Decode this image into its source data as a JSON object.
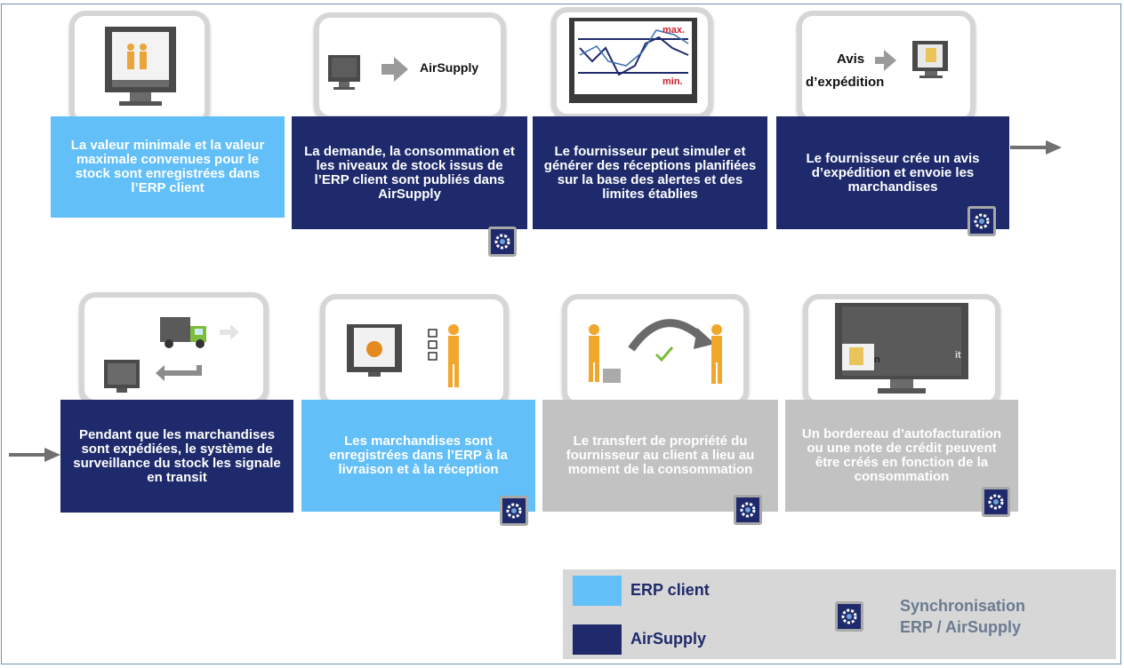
{
  "steps": [
    {
      "text": "La valeur minimale et  la valeur maximale convenues pour le stock sont enregistrées dans l’ERP client"
    },
    {
      "text": "La demande, la consommation et les niveaux de stock issus de l’ERP client sont publiés dans AirSupply",
      "icon_label": "AirSupply"
    },
    {
      "text": "Le fournisseur peut simuler et générer des réceptions planifiées sur la base des alertes et des limites établies",
      "max_label": "max.",
      "min_label": "min."
    },
    {
      "text": "Le fournisseur crée un avis d’expédition et envoie les marchandises",
      "icon_label_1": "Avis",
      "icon_label_2": "d’expédition"
    },
    {
      "text": "Pendant que les marchandises sont expédiées, le système de surveillance du stock les signale en transit"
    },
    {
      "text": "Les marchandises sont enregistrées dans l’ERP à la livraison et à la réception"
    },
    {
      "text": "Le transfert de propriété du fournisseur au client a lieu au moment de la consommation"
    },
    {
      "text": "Un bordereau d’autofacturation ou une note de crédit peuvent être créés en fonction de la consommation",
      "icon_label_1": "n",
      "icon_label_2": "it"
    }
  ],
  "legend": {
    "erp_client": "ERP client",
    "airsupply": "AirSupply",
    "sync_line1": "Synchronisation",
    "sync_line2": "ERP / AirSupply"
  },
  "colors": {
    "erp_client": "#62bff8",
    "airsupply": "#1e2a6b",
    "consumption": "#c2c2c2"
  }
}
